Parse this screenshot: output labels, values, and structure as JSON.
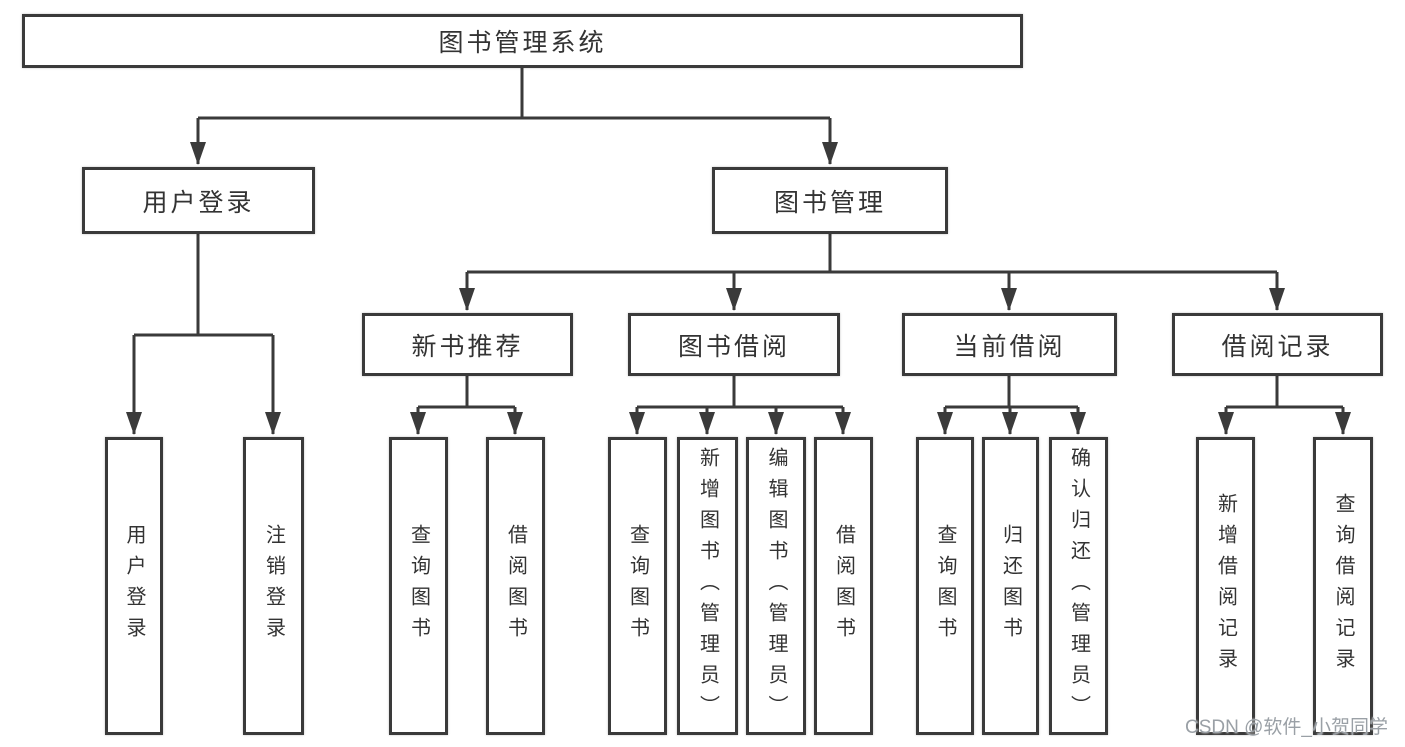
{
  "diagram": {
    "root": "图书管理系统",
    "l2": [
      "用户登录",
      "图书管理"
    ],
    "l3": [
      "新书推荐",
      "图书借阅",
      "当前借阅",
      "借阅记录"
    ],
    "l4": {
      "user_login": [
        "用户登录",
        "注销登录"
      ],
      "new_books": [
        "查询图书",
        "借阅图书"
      ],
      "book_borrow": [
        "查询图书",
        "新增图书（管理员）",
        "编辑图书（管理员）",
        "借阅图书"
      ],
      "current_borrow": [
        "查询图书",
        "归还图书",
        "确认归还（管理员）"
      ],
      "borrow_records": [
        "新增借阅记录",
        "查询借阅记录"
      ]
    }
  },
  "watermark": "CSDN @软件_小贺同学",
  "colors": {
    "line": "#3a3a3a",
    "text": "#333333",
    "watermark": "#9aa0a6",
    "background": "#ffffff"
  }
}
